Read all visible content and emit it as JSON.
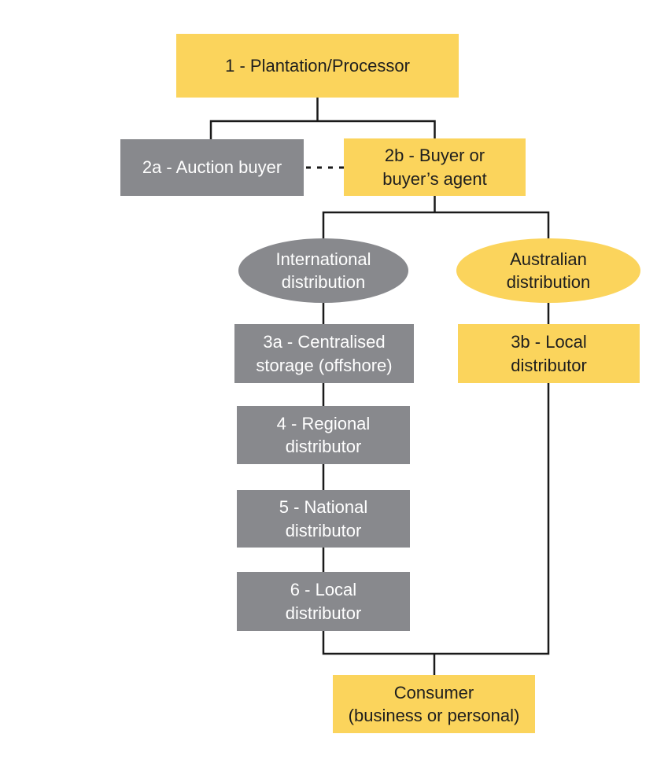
{
  "colors": {
    "yellow": "#FBD45C",
    "gray": "#88898D",
    "line": "#1A1A1A",
    "text_dark": "#1E1E1E",
    "text_light": "#FFFFFF",
    "background": "#FFFFFF"
  },
  "diagram": {
    "type": "flowchart",
    "nodes": {
      "plantation": {
        "label": "1 - Plantation/Processor",
        "shape": "rect",
        "color": "yellow"
      },
      "auction_buyer": {
        "label": "2a - Auction buyer",
        "shape": "rect",
        "color": "gray"
      },
      "buyer_agent": {
        "label": "2b - Buyer or\nbuyer’s agent",
        "shape": "rect",
        "color": "yellow"
      },
      "international_distribution": {
        "label": "International\ndistribution",
        "shape": "ellipse",
        "color": "gray"
      },
      "australian_distribution": {
        "label": "Australian\ndistribution",
        "shape": "ellipse",
        "color": "yellow"
      },
      "centralised_storage": {
        "label": "3a - Centralised\nstorage (offshore)",
        "shape": "rect",
        "color": "gray"
      },
      "local_distributor_australian": {
        "label": "3b - Local\ndistributor",
        "shape": "rect",
        "color": "yellow"
      },
      "regional_distributor": {
        "label": "4 - Regional\ndistributor",
        "shape": "rect",
        "color": "gray"
      },
      "national_distributor": {
        "label": "5 - National\ndistributor",
        "shape": "rect",
        "color": "gray"
      },
      "local_distributor_international": {
        "label": "6 - Local\ndistributor",
        "shape": "rect",
        "color": "gray"
      },
      "consumer": {
        "label": "Consumer\n(business or personal)",
        "shape": "rect",
        "color": "yellow"
      }
    },
    "edges": [
      {
        "from": "plantation",
        "to": "auction_buyer",
        "style": "solid"
      },
      {
        "from": "plantation",
        "to": "buyer_agent",
        "style": "solid"
      },
      {
        "from": "auction_buyer",
        "to": "buyer_agent",
        "style": "dashed"
      },
      {
        "from": "buyer_agent",
        "to": "international_distribution",
        "style": "solid"
      },
      {
        "from": "buyer_agent",
        "to": "australian_distribution",
        "style": "solid"
      },
      {
        "from": "international_distribution",
        "to": "centralised_storage",
        "style": "solid"
      },
      {
        "from": "centralised_storage",
        "to": "regional_distributor",
        "style": "solid"
      },
      {
        "from": "regional_distributor",
        "to": "national_distributor",
        "style": "solid"
      },
      {
        "from": "national_distributor",
        "to": "local_distributor_international",
        "style": "solid"
      },
      {
        "from": "australian_distribution",
        "to": "local_distributor_australian",
        "style": "solid"
      },
      {
        "from": "local_distributor_international",
        "to": "consumer",
        "style": "solid"
      },
      {
        "from": "local_distributor_australian",
        "to": "consumer",
        "style": "solid"
      }
    ]
  }
}
